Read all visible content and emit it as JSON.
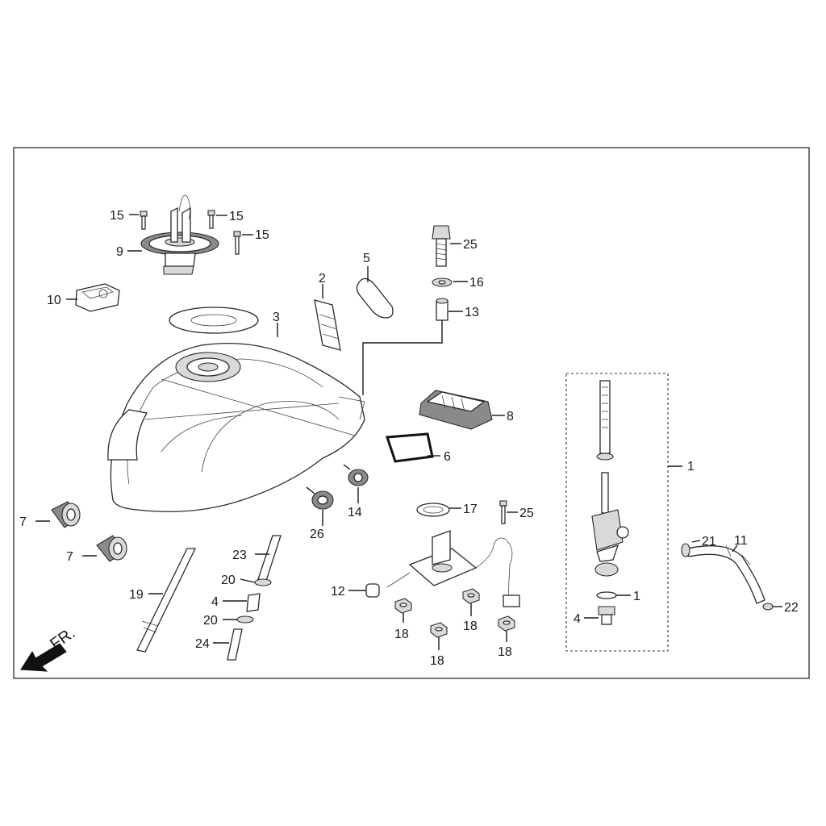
{
  "callouts": [
    {
      "id": "15a",
      "text": "15"
    },
    {
      "id": "15b",
      "text": "15"
    },
    {
      "id": "15c",
      "text": "15"
    },
    {
      "id": "9",
      "text": "9"
    },
    {
      "id": "10",
      "text": "10"
    },
    {
      "id": "3",
      "text": "3"
    },
    {
      "id": "2",
      "text": "2"
    },
    {
      "id": "5",
      "text": "5"
    },
    {
      "id": "25a",
      "text": "25"
    },
    {
      "id": "16",
      "text": "16"
    },
    {
      "id": "13",
      "text": "13"
    },
    {
      "id": "8",
      "text": "8"
    },
    {
      "id": "6",
      "text": "6"
    },
    {
      "id": "1a",
      "text": "1"
    },
    {
      "id": "14",
      "text": "14"
    },
    {
      "id": "26",
      "text": "26"
    },
    {
      "id": "7a",
      "text": "7"
    },
    {
      "id": "7b",
      "text": "7"
    },
    {
      "id": "17",
      "text": "17"
    },
    {
      "id": "25b",
      "text": "25"
    },
    {
      "id": "21",
      "text": "21"
    },
    {
      "id": "11",
      "text": "11"
    },
    {
      "id": "23",
      "text": "23"
    },
    {
      "id": "20a",
      "text": "20"
    },
    {
      "id": "19",
      "text": "19"
    },
    {
      "id": "4a",
      "text": "4"
    },
    {
      "id": "20b",
      "text": "20"
    },
    {
      "id": "24",
      "text": "24"
    },
    {
      "id": "12",
      "text": "12"
    },
    {
      "id": "18a",
      "text": "18"
    },
    {
      "id": "18b",
      "text": "18"
    },
    {
      "id": "18c",
      "text": "18"
    },
    {
      "id": "18d",
      "text": "18"
    },
    {
      "id": "1b",
      "text": "1"
    },
    {
      "id": "4b",
      "text": "4"
    },
    {
      "id": "22",
      "text": "22"
    }
  ],
  "direction_label": "FR."
}
